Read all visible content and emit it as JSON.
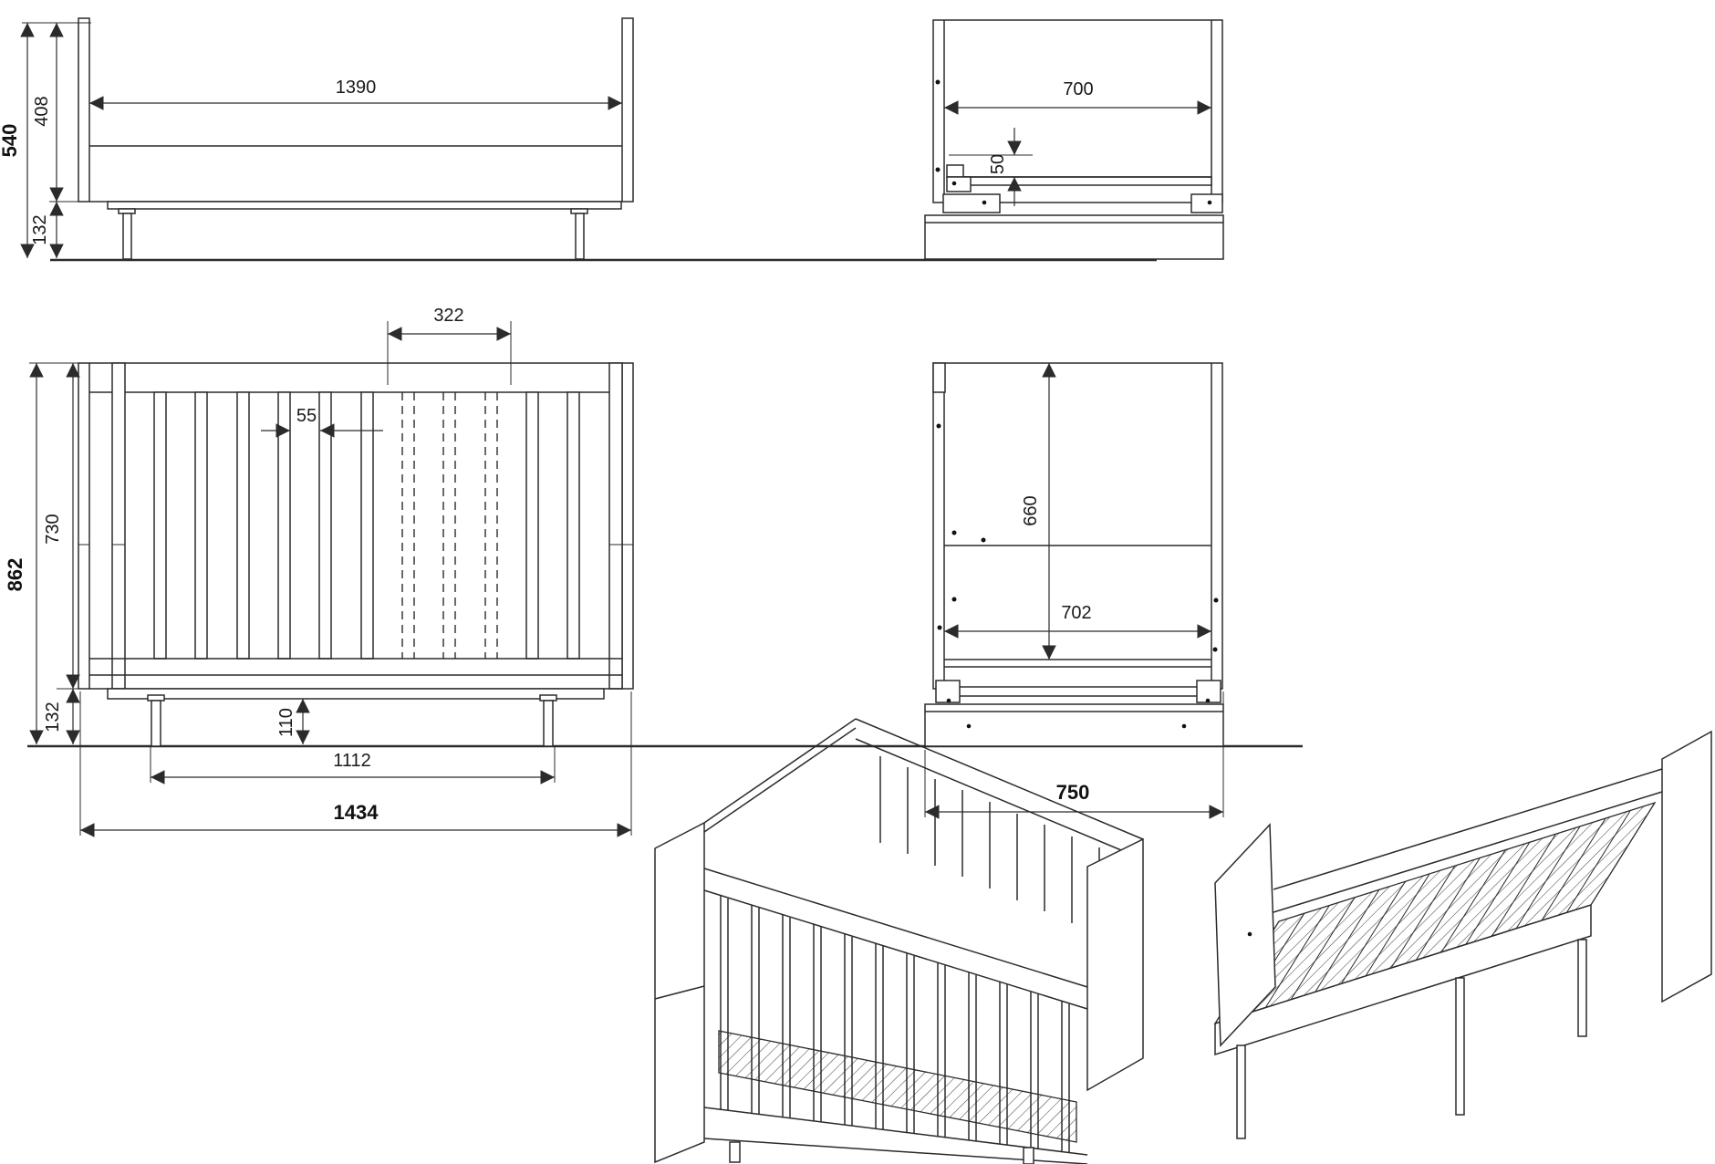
{
  "colors": {
    "line": "#2b2b2b",
    "text": "#1a1a1a",
    "background": "#ffffff"
  },
  "views": {
    "bed_side": {
      "dims": {
        "inner_length": "1390",
        "total_height": "540",
        "frame_height": "408",
        "leg_height": "132"
      }
    },
    "bed_end": {
      "dims": {
        "inner_width": "700",
        "rail_height": "50"
      }
    },
    "cot_front": {
      "dims": {
        "removable_section_width": "322",
        "slat_gap": "55",
        "total_height": "862",
        "side_height": "730",
        "leg_height": "132",
        "under_clearance": "110",
        "leg_span": "1112",
        "total_length": "1434"
      }
    },
    "cot_end": {
      "dims": {
        "top_to_mattress_base": "660",
        "inner_width": "702",
        "total_width": "750"
      }
    }
  }
}
